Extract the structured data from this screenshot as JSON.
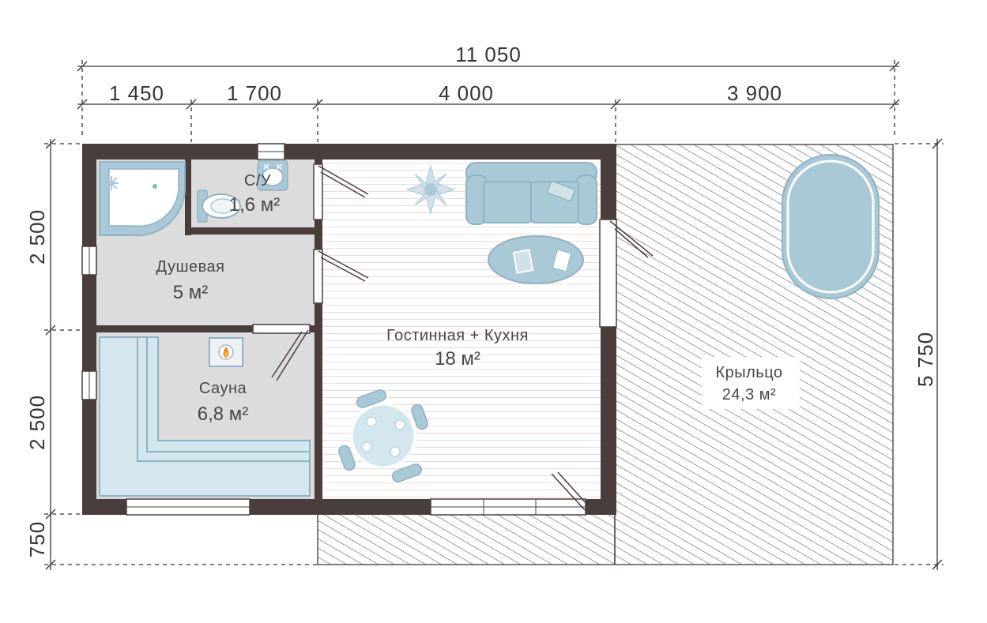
{
  "dimensions": {
    "total_width": "11 050",
    "seg_1": "1 450",
    "seg_2": "1 700",
    "seg_3": "4 000",
    "seg_4": "3 900",
    "left_top": "2 500",
    "left_mid": "2 500",
    "left_bottom": "750",
    "right_total": "5 750"
  },
  "rooms": {
    "wc": {
      "name": "С/У",
      "area": "1,6 м²"
    },
    "shower": {
      "name": "Душевая",
      "area": "5 м²"
    },
    "sauna": {
      "name": "Сауна",
      "area": "6,8 м²"
    },
    "living": {
      "name": "Гостинная + Кухня",
      "area": "18 м²"
    },
    "porch": {
      "name": "Крыльцо",
      "area": "24,3 м²"
    }
  },
  "colors": {
    "wall": "#4a3e3c",
    "room_fill": "#dcdcdc",
    "furniture": "#a9c9d6",
    "furniture_stroke": "#8fb3c2",
    "bench": "#d5e7ee",
    "hatch": "#5a5050",
    "dim_line": "#3a3333"
  },
  "icons": [
    "shower-icon",
    "toilet-icon",
    "sink-icon",
    "stove-icon",
    "sofa-icon",
    "rug-icon",
    "table-icon",
    "bathtub-icon",
    "snowflake-decor-icon"
  ]
}
